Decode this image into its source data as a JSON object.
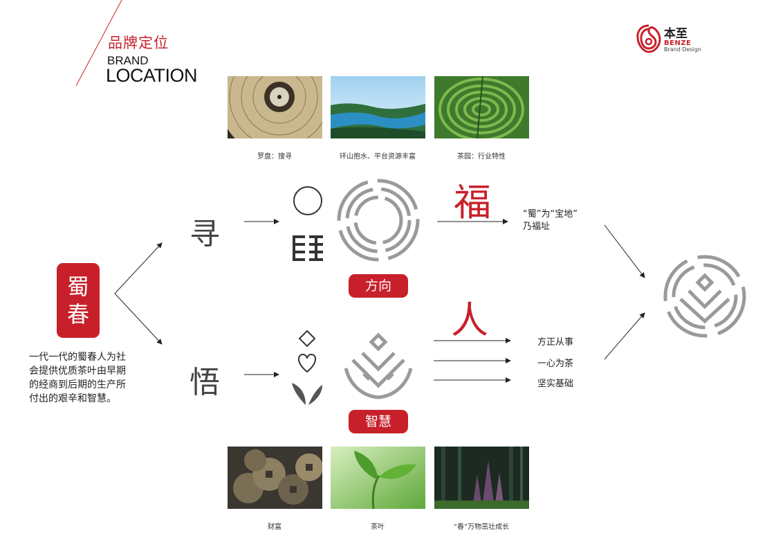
{
  "header": {
    "title_cn": "品牌定位",
    "title_en_line1": "BRAND",
    "title_en_line2": "LOCATION"
  },
  "logo": {
    "name_cn": "本至",
    "name_en": "BENZE",
    "subtitle": "Brand Design"
  },
  "top_photos": [
    {
      "caption": "罗盘：搜寻",
      "icon": "compass-photo"
    },
    {
      "caption": "环山抱水、平台资源丰富",
      "icon": "landscape-photo"
    },
    {
      "caption": "茶园：行业特性",
      "icon": "tea-garden-photo"
    }
  ],
  "bottom_photos": [
    {
      "caption": "财富",
      "icon": "coins-photo"
    },
    {
      "caption": "茶叶",
      "icon": "tea-leaf-photo"
    },
    {
      "caption": "“春”万物茁壮成长",
      "icon": "bamboo-shoot-photo"
    }
  ],
  "brand": {
    "name_line1": "蜀",
    "name_line2": "春",
    "description": "一代一代的蜀春人为社会提供优质茶叶由早期的经商到后期的生产所付出的艰辛和智慧。"
  },
  "upper_branch": {
    "char": "寻",
    "label": "方向",
    "meaning_char": "福",
    "note_line1": "“蜀”为“宝地”",
    "note_line2": "乃福址"
  },
  "lower_branch": {
    "char": "悟",
    "label": "智慧",
    "meaning_char": "人",
    "notes": [
      "方正从事",
      "一心为茶",
      "坚实基础"
    ]
  },
  "colors": {
    "accent": "#c8202a",
    "symbol_gray": "#9a9a9a"
  }
}
